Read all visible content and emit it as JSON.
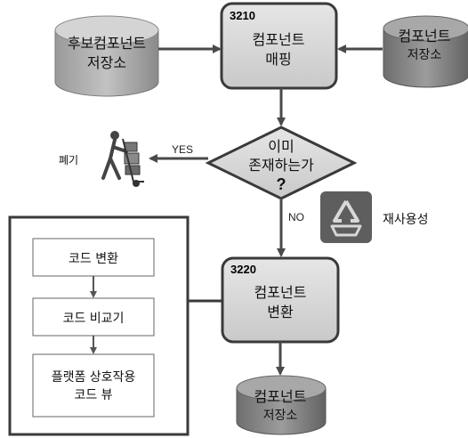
{
  "repo_candidate": {
    "line1": "후보컴포넌트",
    "line2": "저장소"
  },
  "mapping": {
    "id": "3210",
    "line1": "컴포넌트",
    "line2": "매핑"
  },
  "repo_component_top": {
    "line1": "컴포넌트",
    "line2": "저장소"
  },
  "decision": {
    "line1": "이미",
    "line2": "존재하는가",
    "mark": "?"
  },
  "edges": {
    "yes": "YES",
    "no": "NO"
  },
  "discard": {
    "label": "폐기"
  },
  "reuse": {
    "label": "재사용성"
  },
  "transform": {
    "id": "3220",
    "line1": "컴포넌트",
    "line2": "변환"
  },
  "steps": [
    {
      "line1": "코드 변환",
      "line2": ""
    },
    {
      "line1": "코드 비교기",
      "line2": ""
    },
    {
      "line1": "플랫폼 상호작용",
      "line2": "코드 뷰"
    }
  ],
  "repo_component_bottom": {
    "line1": "컴포넌트",
    "line2": "저장소"
  }
}
